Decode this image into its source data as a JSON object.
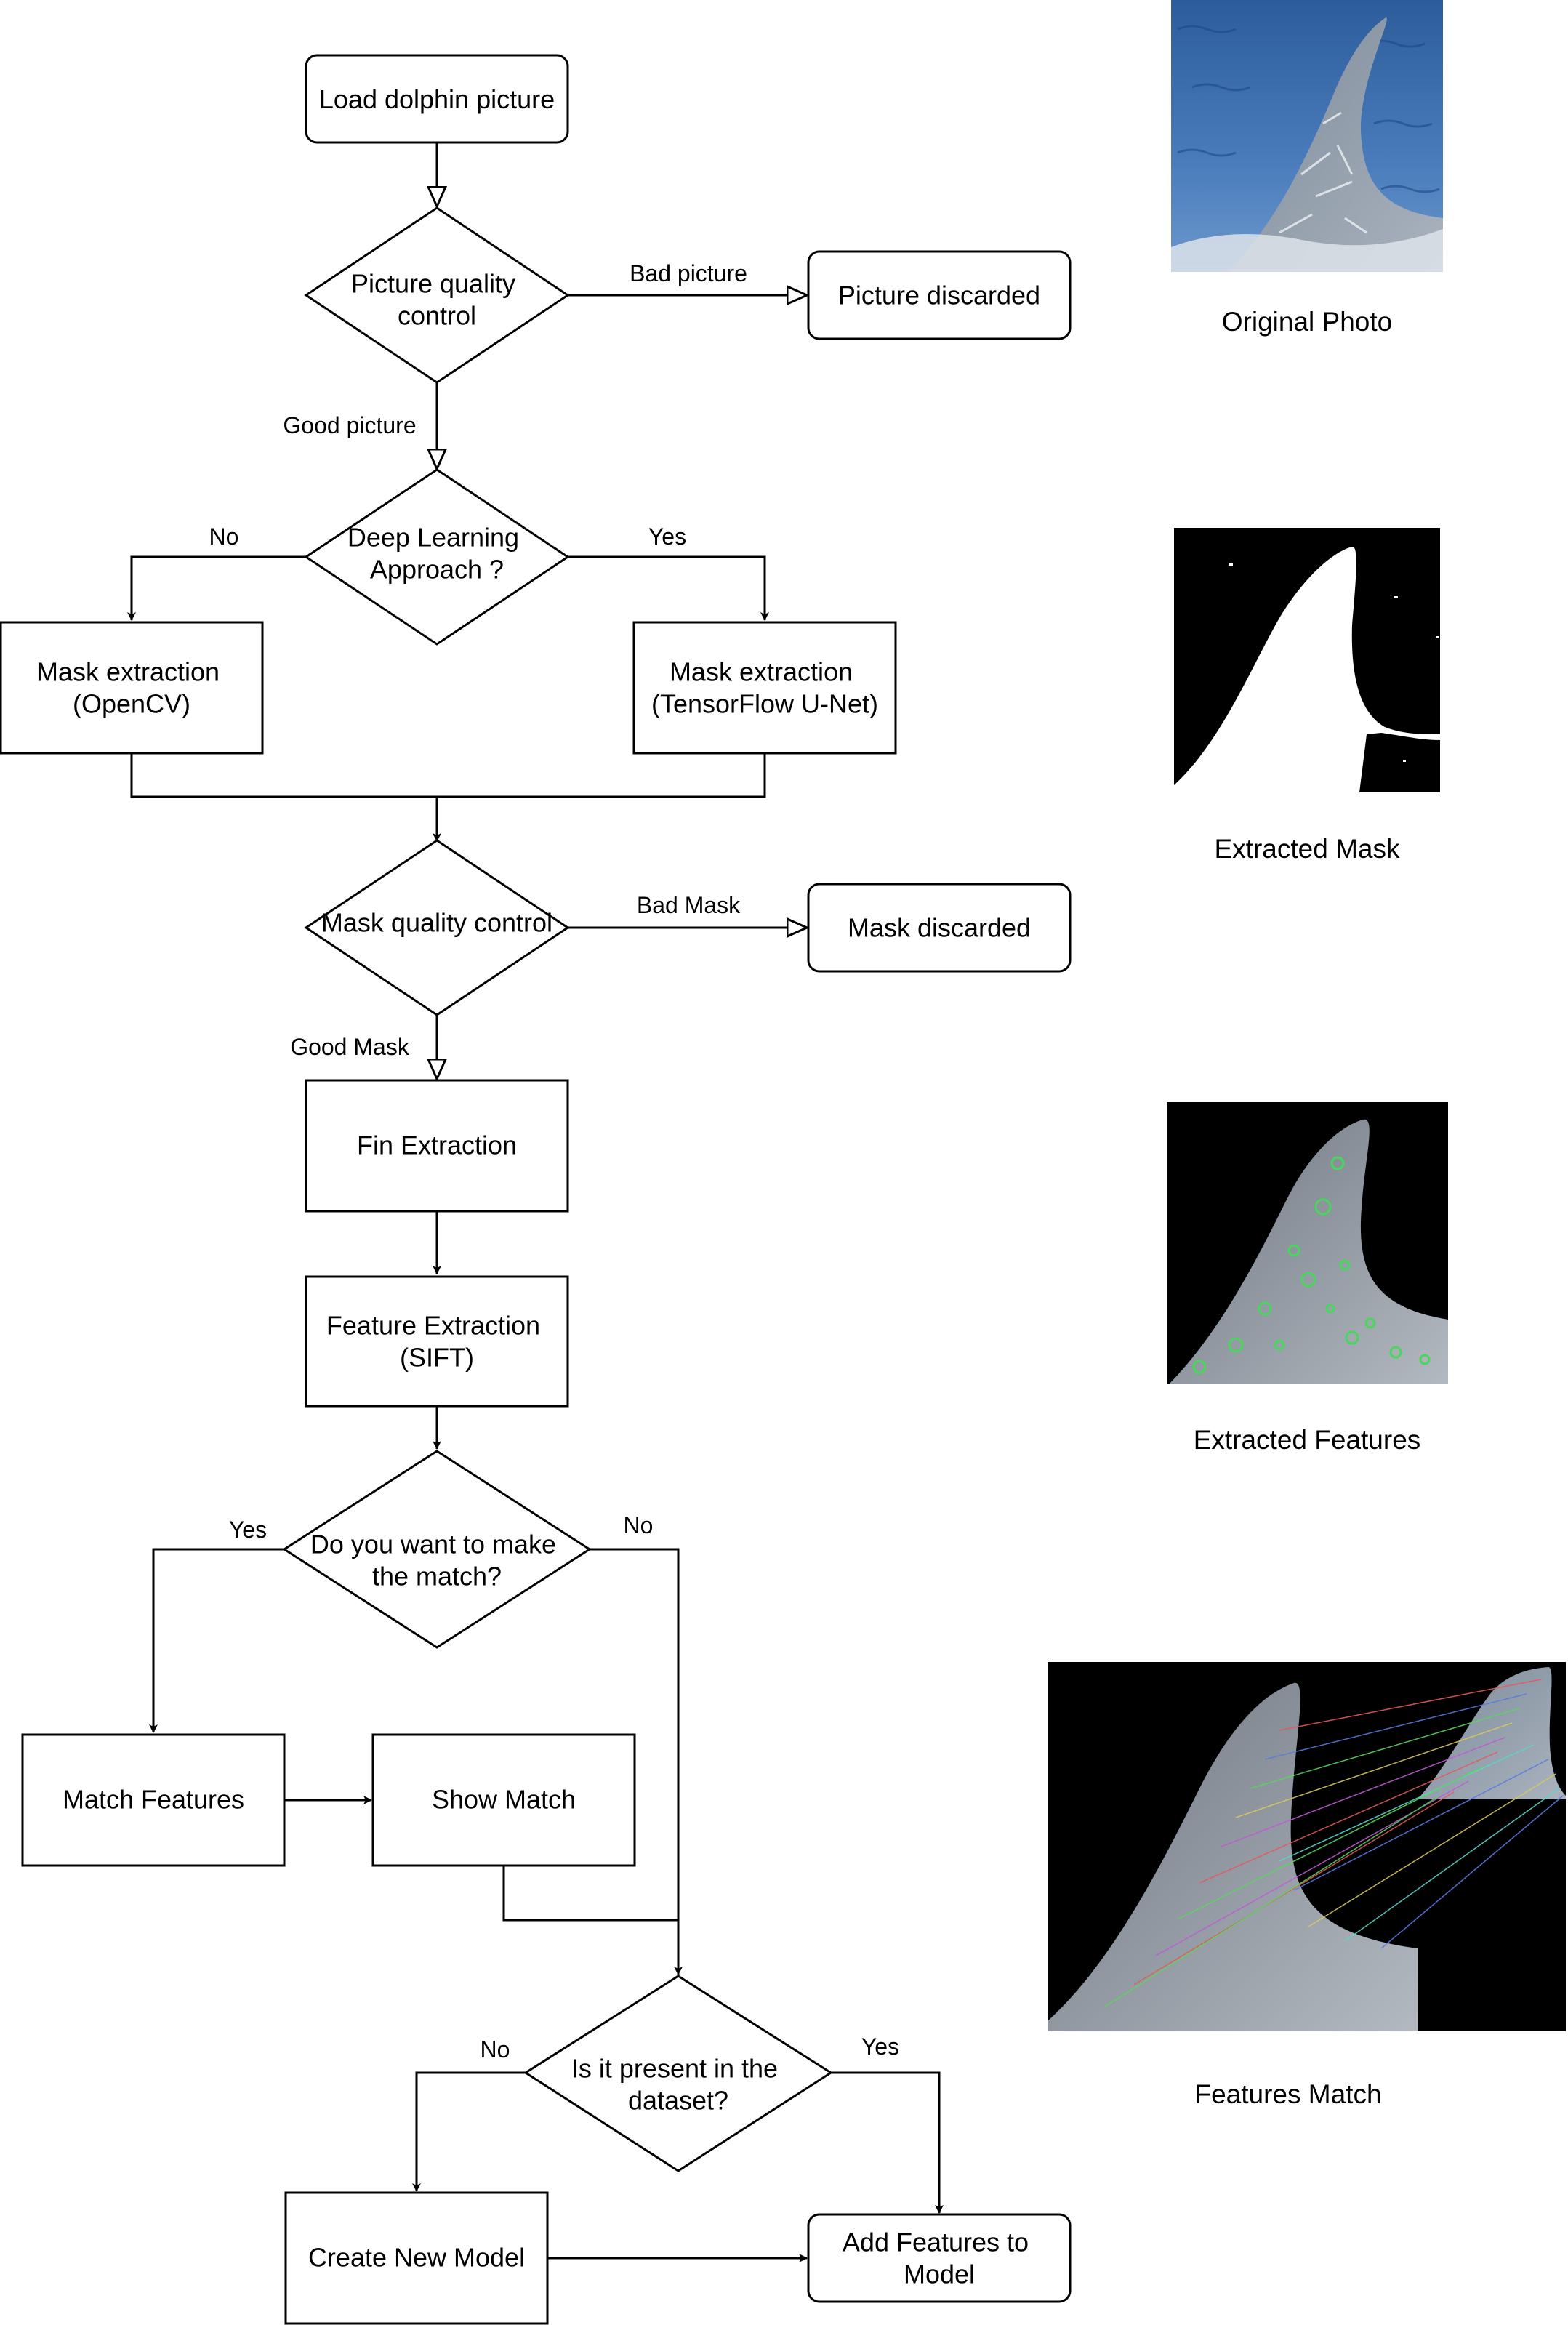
{
  "flowchart": {
    "nodes": {
      "load": [
        "Load dolphin picture"
      ],
      "quality": [
        "Picture quality",
        "control"
      ],
      "discarded": [
        "Picture discarded"
      ],
      "dl": [
        "Deep Learning",
        "Approach ?"
      ],
      "mask_cv": [
        "Mask extraction",
        "(OpenCV)"
      ],
      "mask_unet": [
        "Mask extraction",
        "(TensorFlow U-Net)"
      ],
      "mask_qc": [
        "Mask quality control"
      ],
      "mask_discarded": [
        "Mask discarded"
      ],
      "fin": [
        "Fin Extraction"
      ],
      "feature": [
        "Feature Extraction",
        "(SIFT)"
      ],
      "match_q": [
        "Do you want to make",
        "the match?"
      ],
      "match_features": [
        "Match Features"
      ],
      "show_match": [
        "Show Match"
      ],
      "present_q": [
        "Is it present in the",
        "dataset?"
      ],
      "create_model": [
        "Create New Model"
      ],
      "add_features": [
        "Add Features to",
        "Model"
      ]
    },
    "edge_labels": {
      "bad_picture": "Bad picture",
      "good_picture": "Good picture",
      "dl_no": "No",
      "dl_yes": "Yes",
      "bad_mask": "Bad Mask",
      "good_mask": "Good Mask",
      "match_yes": "Yes",
      "match_no": "No",
      "present_no": "No",
      "present_yes": "Yes"
    }
  },
  "images": {
    "original": {
      "caption": "Original Photo",
      "palette": [
        "#2f5f9e",
        "#5a88c2",
        "#8a98a8",
        "#e4e8ee"
      ]
    },
    "mask": {
      "caption": "Extracted Mask",
      "palette": [
        "#000000",
        "#ffffff"
      ]
    },
    "features": {
      "caption": "Extracted Features",
      "palette": [
        "#000000",
        "#9ea6ae",
        "#49d65c"
      ]
    },
    "match": {
      "caption": "Features Match",
      "palette": [
        "#000000",
        "#9ea6ae",
        "#e25a5a",
        "#5a7be2",
        "#5ad65e"
      ]
    }
  }
}
